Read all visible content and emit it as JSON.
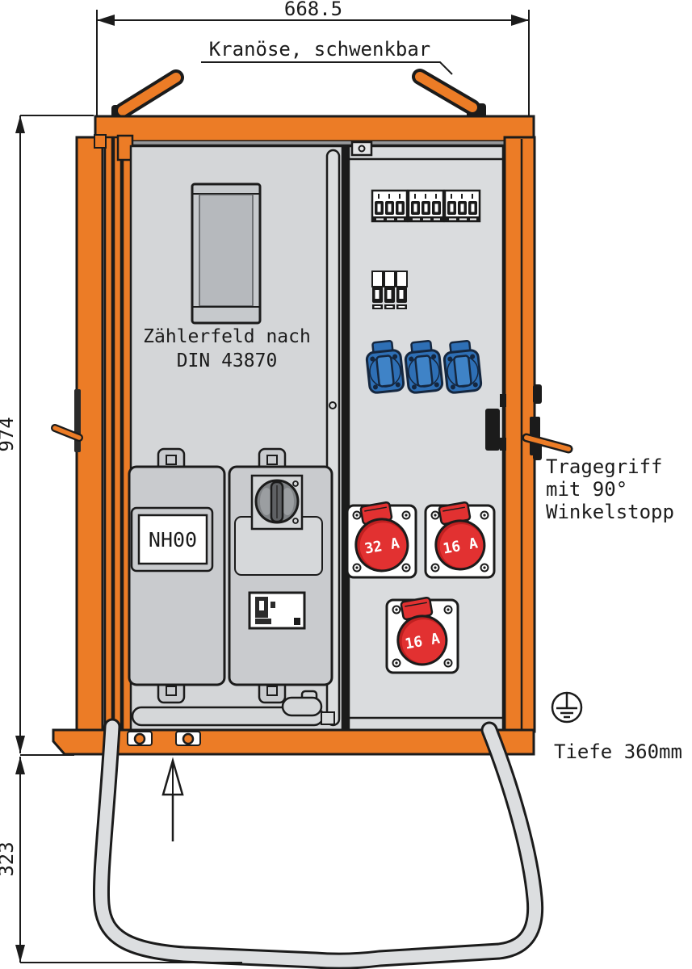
{
  "dimensions": {
    "width": "668.5",
    "height": "974",
    "base": "323",
    "depth": "Tiefe 360mm"
  },
  "labels": {
    "crane": "Kranöse, schwenkbar",
    "meter_line1": "Zählerfeld nach",
    "meter_line2": "DIN 43870",
    "fuse": "NH00",
    "handle_line1": "Tragegriff",
    "handle_line2": "mit 90°",
    "handle_line3": "Winkelstopp"
  },
  "sockets": {
    "cee_left": "32 A",
    "cee_right": "16 A",
    "cee_bottom": "16 A"
  },
  "colors": {
    "frame_orange": "#EC7C26",
    "cee_red": "#E23131",
    "schuko_blue": "#2E6FB5",
    "panel_gray": "#D5D7D9",
    "outline": "#1B1B1B"
  }
}
